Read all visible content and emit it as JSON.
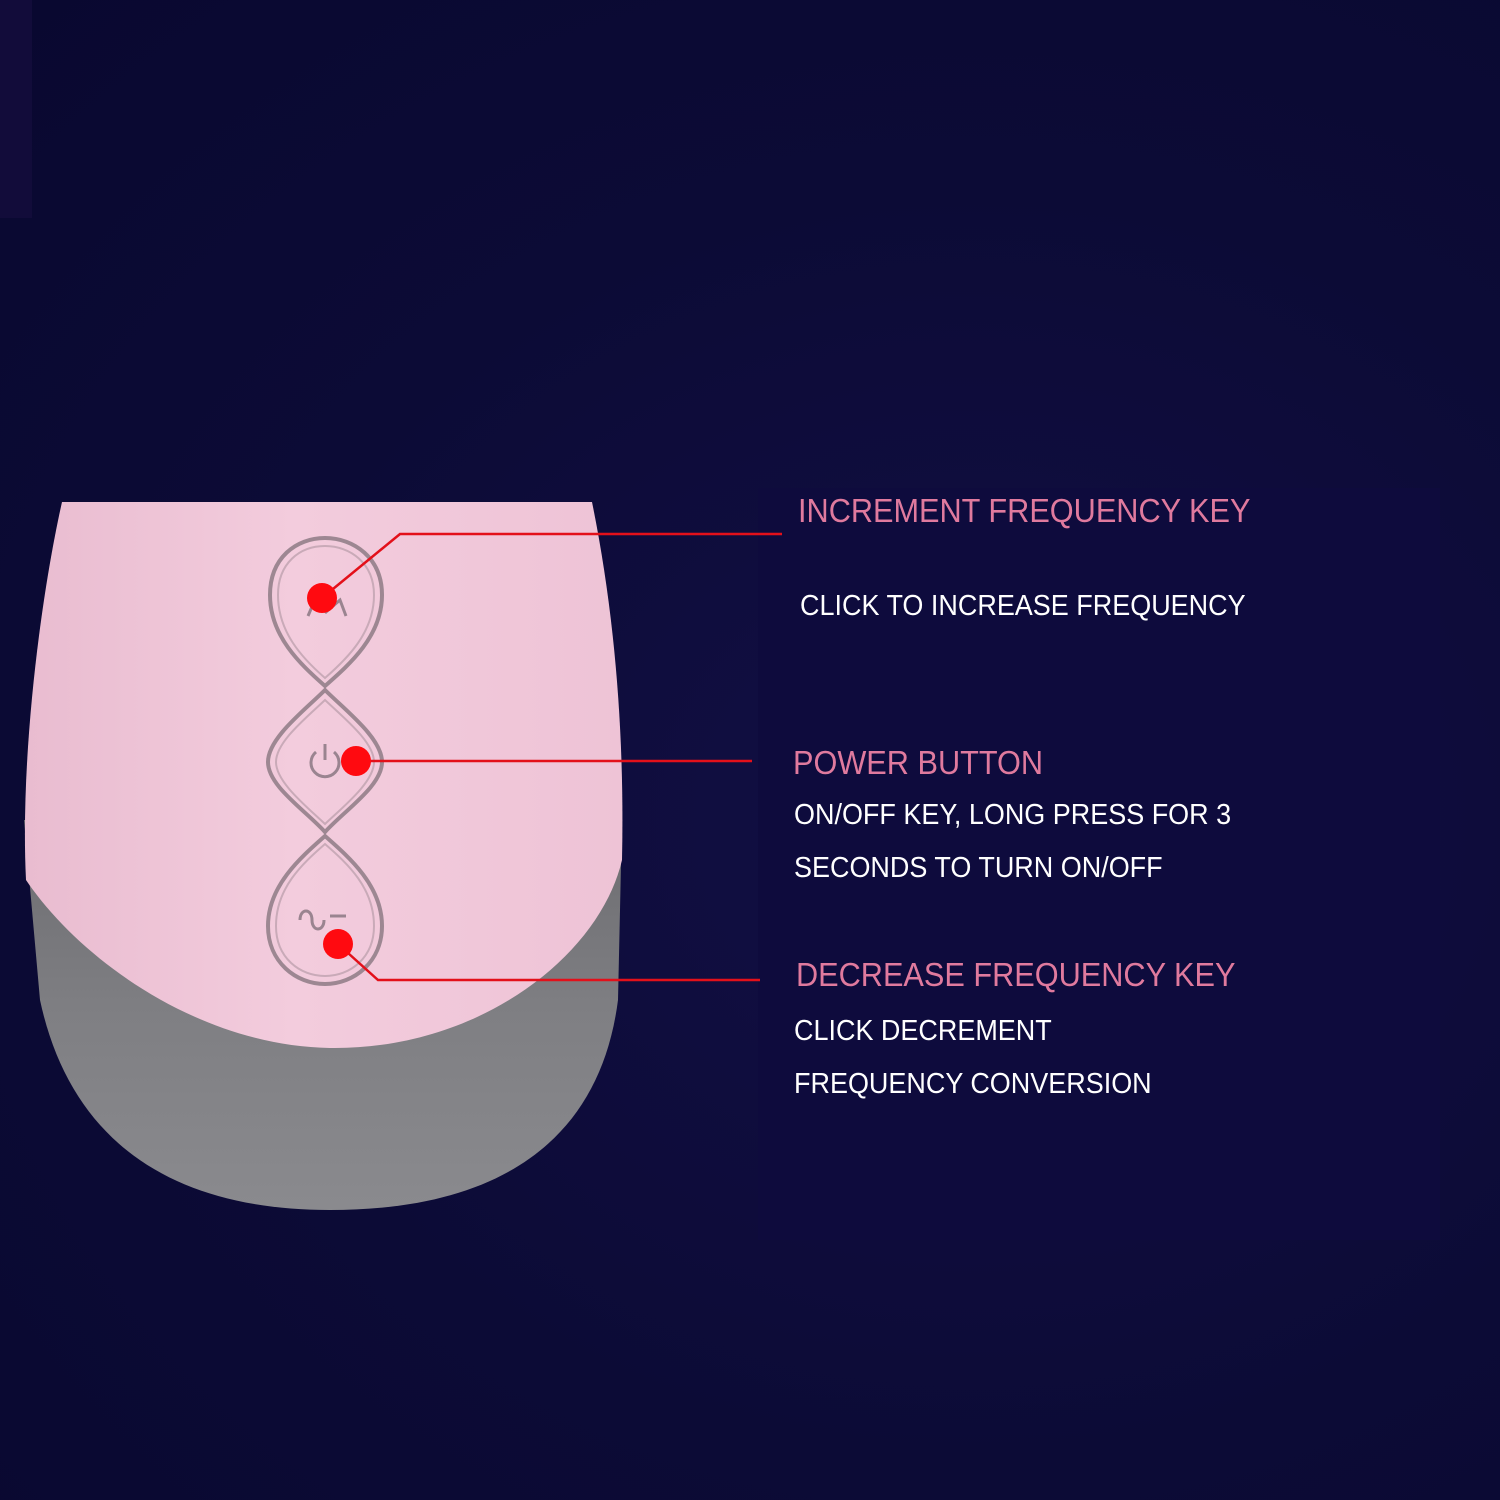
{
  "callouts": {
    "increment": {
      "heading": "INCREMENT FREQUENCY KEY",
      "lines": [
        "CLICK TO INCREASE FREQUENCY"
      ]
    },
    "power": {
      "heading": "POWER BUTTON",
      "lines": [
        "ON/OFF KEY, LONG PRESS FOR 3",
        "SECONDS TO TURN ON/OFF"
      ]
    },
    "decrease": {
      "heading": "DECREASE FREQUENCY KEY",
      "lines": [
        "CLICK DECREMENT",
        "FREQUENCY CONVERSION"
      ]
    }
  },
  "colors": {
    "background": "#0b0a33",
    "device_pink": "#f0c7da",
    "device_gray": "#7d7d80",
    "marker_red": "#ff0a10",
    "heading_pink": "#e07a9e",
    "description_white": "#ffffff"
  },
  "icons": {
    "increment_key": "m-wave-icon",
    "power_key": "power-icon",
    "decrease_key": "s-wave-icon"
  }
}
